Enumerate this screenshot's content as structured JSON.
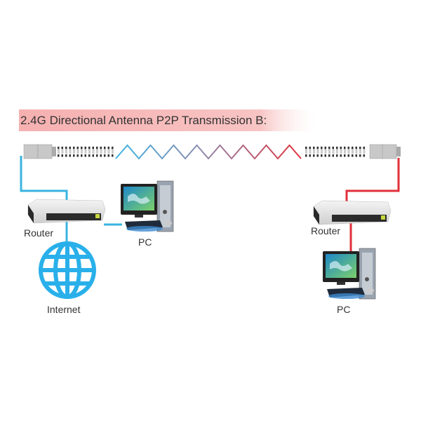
{
  "title": "2.4G Directional Antenna P2P Transmission B:",
  "left_site": {
    "router_label": "Router",
    "pc_label": "PC",
    "internet_label": "Internet"
  },
  "right_site": {
    "router_label": "Router",
    "pc_label": "PC"
  },
  "colors": {
    "left_cable": "#3ab4e0",
    "right_cable": "#e0303a",
    "title_band": "#f6b7b7"
  }
}
